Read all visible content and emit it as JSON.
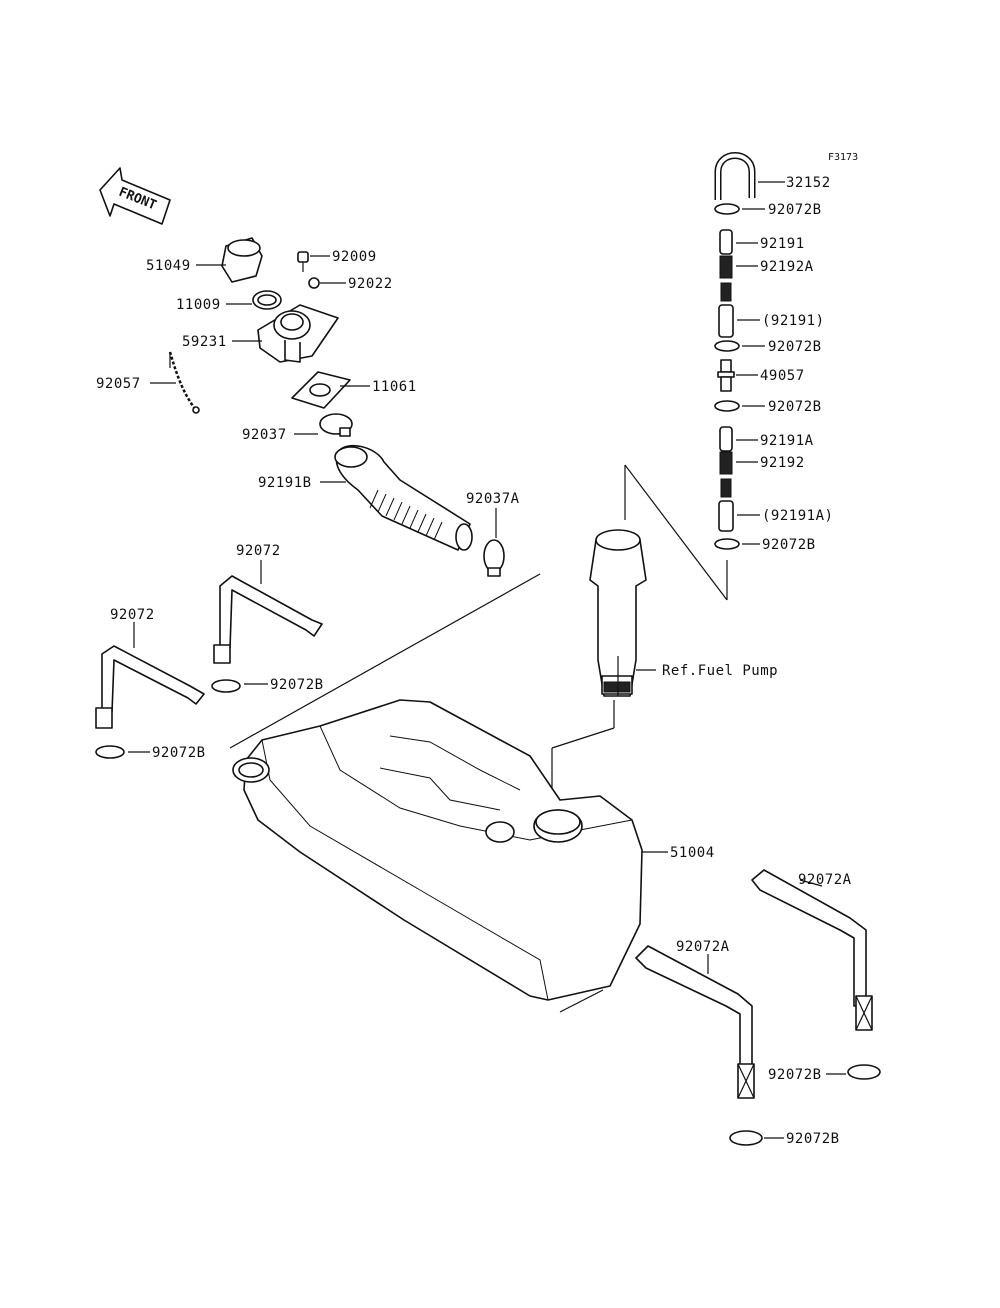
{
  "figure_code": "F3173",
  "front_label": "FRONT",
  "labels": {
    "p32152": "32152",
    "p92072b_1": "92072B",
    "p92191": "92191",
    "p92192a": "92192A",
    "p92191_paren": "(92191)",
    "p92072b_2": "92072B",
    "p49057": "49057",
    "p92072b_3": "92072B",
    "p92191a": "92191A",
    "p92192": "92192",
    "p92191a_paren": "(92191A)",
    "p92072b_4": "92072B",
    "p51049": "51049",
    "p92009": "92009",
    "p92022": "92022",
    "p11009": "11009",
    "p59231": "59231",
    "p92057": "92057",
    "p11061": "11061",
    "p92037": "92037",
    "p92191b": "92191B",
    "p92037a": "92037A",
    "p92072_upper": "92072",
    "p92072_lower": "92072",
    "p92072b_5": "92072B",
    "p92072b_6": "92072B",
    "ref_fuel_pump": "Ref.Fuel Pump",
    "p51004": "51004",
    "p92072a_right": "92072A",
    "p92072a_center": "92072A",
    "p92072b_7": "92072B",
    "p92072b_8": "92072B"
  }
}
